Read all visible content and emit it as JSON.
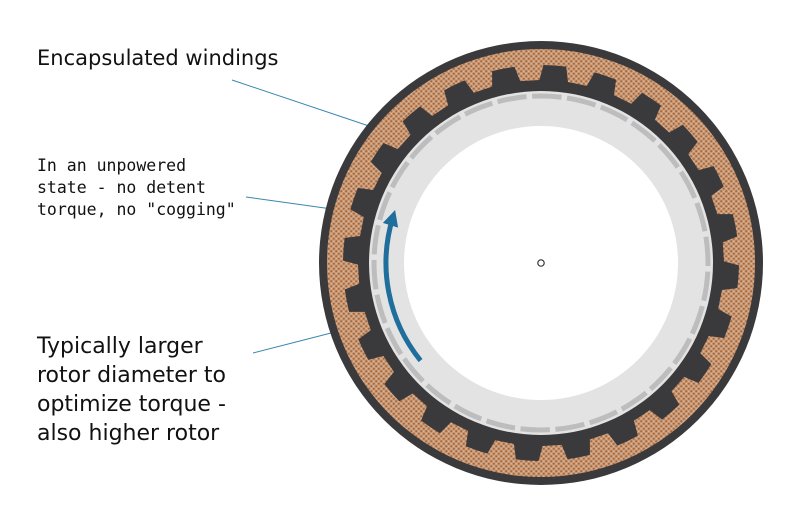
{
  "labels": {
    "encapsulated_windings": "Encapsulated windings",
    "unpowered_state": "In an unpowered\nstate - no detent\ntorque, no \"cogging\"",
    "rotor_diameter": "Typically larger\nrotor diameter to\noptimize torque -\nalso higher rotor"
  },
  "colors": {
    "housing": "#3a3a3c",
    "copper_windings": "#c08a62",
    "rotor_band": "#e3e3e3",
    "magnet_segments": "#bdbdbd",
    "rotation_arrow": "#1f6e9c",
    "leader_lines": "#3a86b0"
  },
  "stator": {
    "slot_count": 24,
    "magnet_segment_count": 30
  }
}
